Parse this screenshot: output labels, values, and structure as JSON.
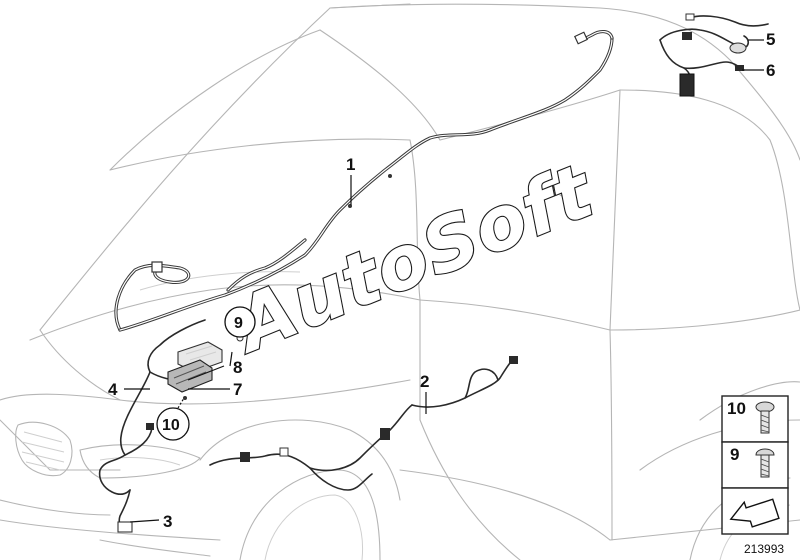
{
  "watermark": {
    "text": "AutoSoft"
  },
  "callouts": {
    "c1": "1",
    "c2": "2",
    "c3": "3",
    "c4": "4",
    "c5": "5",
    "c6": "6",
    "c7": "7",
    "c8": "8",
    "c9": "9",
    "c10": "10"
  },
  "legend": {
    "items": [
      {
        "label": "10",
        "icon": "bolt-flat-head-icon"
      },
      {
        "label": "9",
        "icon": "bolt-round-head-icon"
      }
    ],
    "arrow_icon": "orientation-arrow-icon"
  },
  "diagram_ref": "213993"
}
